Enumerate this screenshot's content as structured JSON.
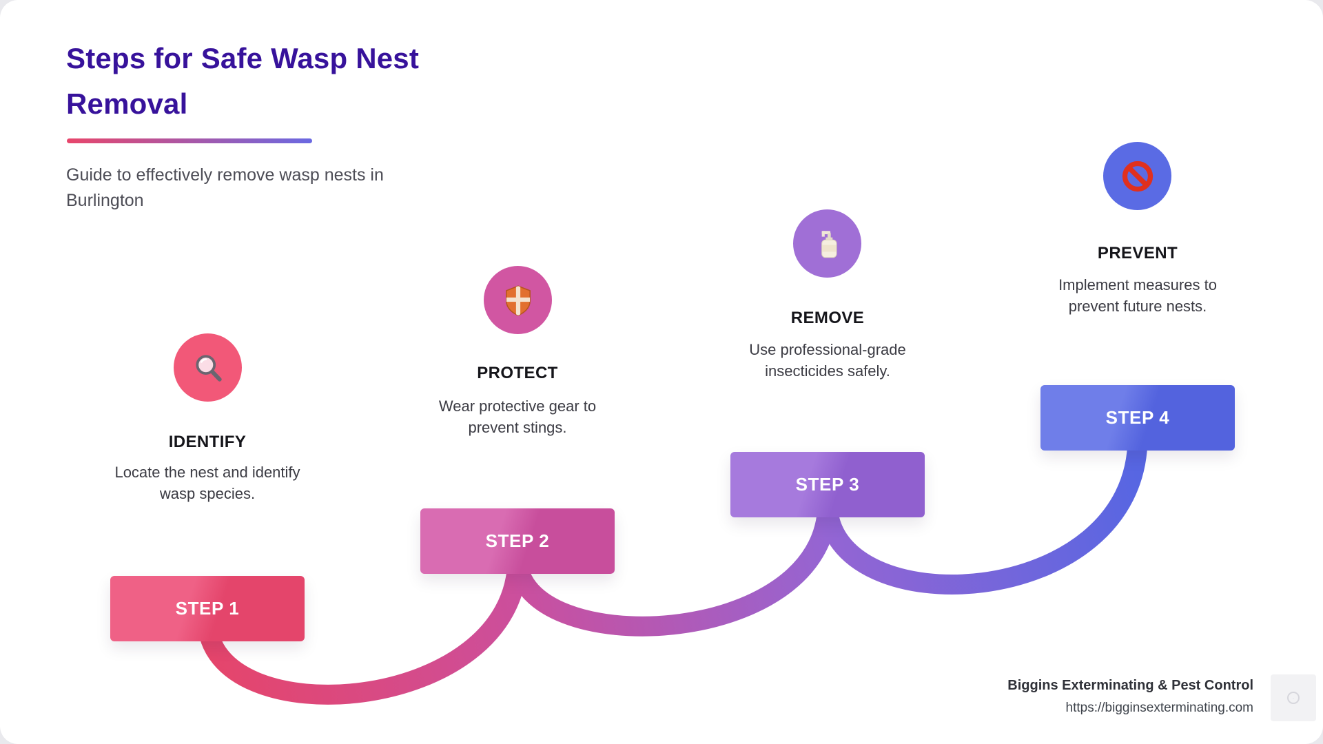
{
  "header": {
    "title": "Steps for Safe Wasp Nest Removal",
    "subtitle": "Guide to effectively remove wasp nests in Burlington",
    "title_color": "#37129b",
    "underline_gradient_from": "#e8466b",
    "underline_gradient_to": "#6a69e2"
  },
  "steps": [
    {
      "step_label": "STEP 1",
      "title": "IDENTIFY",
      "description": "Locate the nest and identify wasp species.",
      "icon": "magnifier-icon",
      "box_color": "#e4456b",
      "box_color_light": "#ef6186",
      "circle_color": "#f25878"
    },
    {
      "step_label": "STEP 2",
      "title": "PROTECT",
      "description": "Wear protective gear to prevent stings.",
      "icon": "shield-icon",
      "box_color": "#c84e9c",
      "box_color_light": "#d96cb2",
      "circle_color": "#d156a2"
    },
    {
      "step_label": "STEP 3",
      "title": "REMOVE",
      "description": "Use professional-grade insecticides safely.",
      "icon": "lotion-bottle-icon",
      "box_color": "#9060cf",
      "box_color_light": "#a67add",
      "circle_color": "#a06fd6"
    },
    {
      "step_label": "STEP 4",
      "title": "PREVENT",
      "description": "Implement measures to prevent future nests.",
      "icon": "no-entry-icon",
      "box_color": "#5363de",
      "box_color_light": "#6f7ee9",
      "circle_color": "#5a6be4"
    }
  ],
  "connector_colors": [
    "#e5456b",
    "#cb4f9d",
    "#9465d3",
    "#5766e2"
  ],
  "footer": {
    "company": "Biggins Exterminating & Pest Control",
    "url": "https://bigginsexterminating.com"
  }
}
